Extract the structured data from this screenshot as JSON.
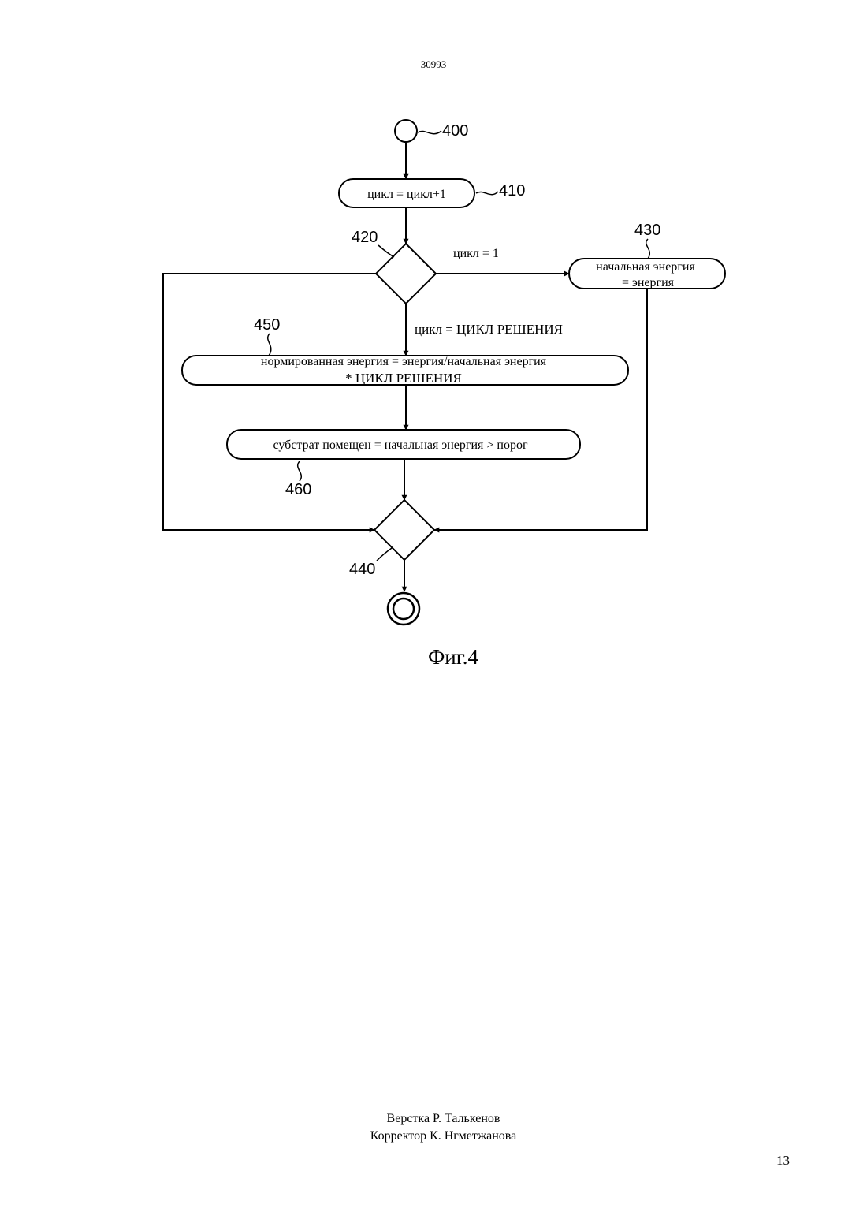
{
  "document": {
    "number": "30993",
    "page_number": "13"
  },
  "figure": {
    "caption": "Фиг.4",
    "labels": {
      "start": "400",
      "increment": "410",
      "decision_top": "420",
      "init_energy": "430",
      "merge": "440",
      "normalize": "450",
      "placed": "460"
    },
    "nodes": {
      "increment": "цикл = цикл+1",
      "init_energy_line1": "начальная энергия",
      "init_energy_line2": "= энергия",
      "normalize_line1": "нормированная энергия = энергия/начальная энергия",
      "normalize_line2": "* ЦИКЛ РЕШЕНИЯ",
      "placed": "субстрат помещен = начальная энергия > порог"
    },
    "edges": {
      "cycle_first": "цикл = 1",
      "cycle_decision": "цикл = ЦИКЛ РЕШЕНИЯ"
    }
  },
  "credits": {
    "layout": "Верстка Р. Талькенов",
    "proofreader": "Корректор К. Нгметжанова"
  }
}
